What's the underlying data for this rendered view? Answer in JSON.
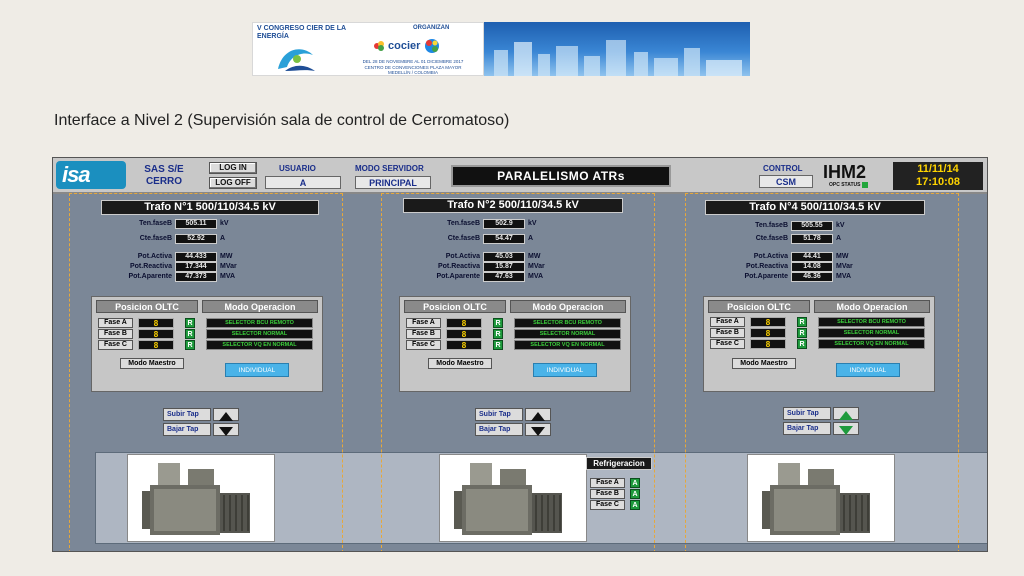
{
  "banner": {
    "congress_title": "V CONGRESO CIER DE LA ENERGÍA",
    "organizers_label": "ORGANIZAN",
    "organizer_name": "cocier",
    "details": [
      "DEL 28 DE NOVIEMBRE AL 01 DICIEMBRE 2017",
      "CENTRO DE CONVENCIONES PLAZA MAYOR",
      "MEDELLÍN / COLOMBIA"
    ]
  },
  "slide_title": "Interface a Nivel 2 (Supervisión sala de control de Cerromatoso)",
  "header": {
    "logo_text": "isa",
    "station_line1": "SAS S/E",
    "station_line2": "CERRO",
    "login_label": "LOG IN",
    "logoff_label": "LOG OFF",
    "usuario_label": "USUARIO",
    "usuario_value": "A",
    "modo_servidor_label": "MODO SERVIDOR",
    "modo_servidor_value": "PRINCIPAL",
    "screen_title": "PARALELISMO ATRs",
    "control_label": "CONTROL",
    "control_value": "CSM",
    "ihm_label": "IHM2",
    "opc_status_label": "OPC STATUS",
    "date": "11/11/14",
    "time": "17:10:08"
  },
  "labels": {
    "ten_fase": "Ten.faseB",
    "cte_fase": "Cte.faseB",
    "pot_activa": "Pot.Activa",
    "pot_reactiva": "Pot.Reactiva",
    "pot_aparente": "Pot.Aparente",
    "unit_kv": "kV",
    "unit_a": "A",
    "unit_mw": "MW",
    "unit_mvar": "MVar",
    "unit_mva": "MVA",
    "posicion_oltc": "Posicion OLTC",
    "modo_operacion": "Modo Operacion",
    "fase_a": "Fase A",
    "fase_b": "Fase B",
    "fase_c": "Fase C",
    "r_indicator": "R",
    "modo_maestro": "Modo Maestro",
    "individual": "INDIVIDUAL",
    "subir_tap": "Subir Tap",
    "bajar_tap": "Bajar Tap",
    "refrigeracion": "Refrigeracion",
    "a_indicator": "A"
  },
  "transformers": [
    {
      "title": "Trafo N°1 500/110/34.5 kV",
      "ten_fase": "505.11",
      "cte_fase": "52.92",
      "pot_activa": "44.433",
      "pot_reactiva": "17.344",
      "pot_aparente": "47.373",
      "taps": [
        "8",
        "8",
        "8"
      ],
      "modes": [
        "SELECTOR BCU REMOTO",
        "SELECTOR NORMAL",
        "SELECTOR VQ EN NORMAL"
      ]
    },
    {
      "title": "Trafo N°2 500/110/34.5 kV",
      "ten_fase": "502.9",
      "cte_fase": "54.47",
      "pot_activa": "45.03",
      "pot_reactiva": "15.87",
      "pot_aparente": "47.63",
      "taps": [
        "8",
        "8",
        "8"
      ],
      "modes": [
        "SELECTOR BCU REMOTO",
        "SELECTOR NORMAL",
        "SELECTOR VQ EN NORMAL"
      ]
    },
    {
      "title": "Trafo N°4 500/110/34.5 kV",
      "ten_fase": "505.55",
      "cte_fase": "51.78",
      "pot_activa": "44.41",
      "pot_reactiva": "14.08",
      "pot_aparente": "46.36",
      "taps": [
        "8",
        "8",
        "8"
      ],
      "modes": [
        "SELECTOR BCU REMOTO",
        "SELECTOR NORMAL",
        "SELECTOR VQ EN NORMAL"
      ]
    }
  ],
  "icons": {
    "arrow_up": "triangle-up-icon",
    "arrow_down": "triangle-down-icon",
    "transformer": "transformer-icon"
  },
  "colors": {
    "screen_bg": "#7b8797",
    "panel_border": "#e7a83a",
    "indicator_green": "#1e9a3c",
    "clock_yellow": "#ffd400",
    "individual_blue": "#4ab3e8"
  }
}
